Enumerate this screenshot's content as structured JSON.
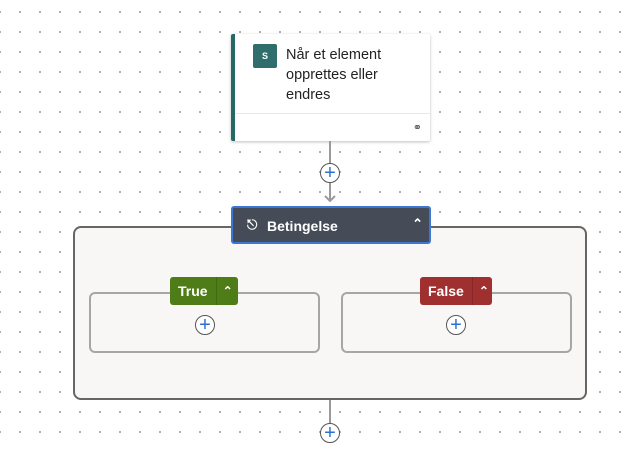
{
  "trigger": {
    "icon": "sharepoint-icon",
    "icon_letter": "S",
    "title": "Når et element opprettes eller endres",
    "footer_icon": "link-icon"
  },
  "condition": {
    "title": "Betingelse",
    "icon": "condition-icon"
  },
  "branches": {
    "true_label": "True",
    "false_label": "False"
  },
  "colors": {
    "accent": "#236a66",
    "condition": "#464c57",
    "true": "#4e7c17",
    "false": "#a03030",
    "selected": "#3b78d6"
  }
}
